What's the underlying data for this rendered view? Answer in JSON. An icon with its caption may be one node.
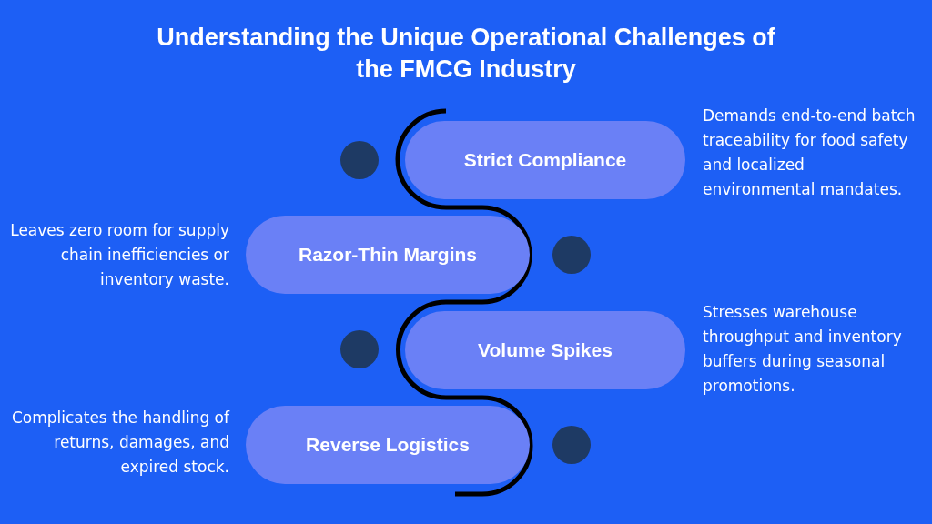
{
  "diagram": {
    "title": "Understanding the Unique Operational Challenges of the FMCG Industry",
    "nodes": [
      {
        "text": [
          "Strict Compliance"
        ],
        "beside": [
          "Demands end-to-end batch traceability for food safety and localized environmental mandates."
        ]
      },
      {
        "text": [
          "Razor-Thin Margins"
        ],
        "beside": [
          "Leaves zero room for supply chain inefficiencies or inventory waste."
        ]
      },
      {
        "text": [
          "Volume Spikes"
        ],
        "beside": [
          "Stresses warehouse throughput and inventory buffers during seasonal promotions."
        ]
      },
      {
        "text": [
          "Reverse Logistics"
        ],
        "beside": [
          "Complicates the handling of returns, damages, and expired stock."
        ]
      }
    ],
    "edges": []
  }
}
